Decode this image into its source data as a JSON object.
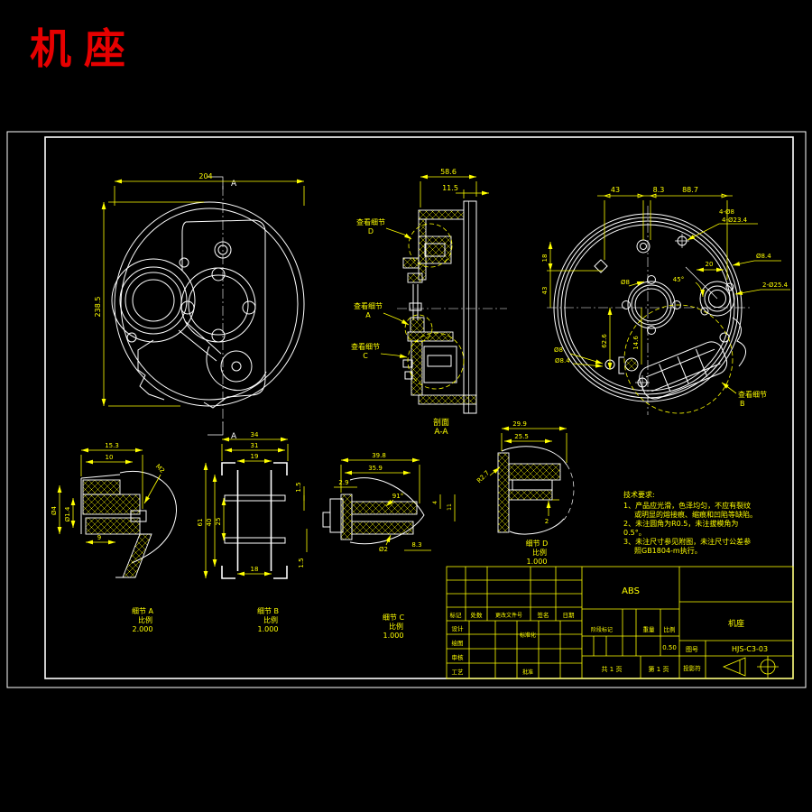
{
  "page": {
    "title": "机座"
  },
  "front_view": {
    "dim_width": "204",
    "dim_height": "238.5",
    "section_mark_top": "A",
    "section_mark_bottom": "A"
  },
  "section_view": {
    "dim_total": "58.6",
    "dim_flange": "11.5",
    "callout_d": {
      "text": "查看细节",
      "ref": "D"
    },
    "callout_a": {
      "text": "查看细节",
      "ref": "A"
    },
    "callout_c": {
      "text": "查看细节",
      "ref": "C"
    },
    "caption": "剖面",
    "caption_ref": "A-A"
  },
  "back_view": {
    "dim_43": "43",
    "dim_8_3": "8.3",
    "dim_88_7": "88.7",
    "label_4_d8": "4-Ø8",
    "label_4_d23_4": "4-Ø23.4",
    "label_d8_4": "Ø8.4",
    "label_2_d25_4": "2-Ø25.4",
    "dim_20": "20",
    "angle_45": "45°",
    "dim_18": "18",
    "dim_43b": "43",
    "label_d8": "Ø8",
    "dim_62_6": "62.6",
    "dim_14_6": "14.6",
    "label_d8_b": "Ø8",
    "label_d8_4b": "Ø8.4",
    "callout_b": {
      "text": "查看细节",
      "ref": "B"
    }
  },
  "detail_a": {
    "title": "细节 A",
    "scale_label": "比例",
    "scale": "2.000",
    "dim_15_3": "15.3",
    "dim_10": "10",
    "label_m2": "M2",
    "dim_d4": "Ø4",
    "dim_d1_4": "Ø1.4",
    "dim_9": "9"
  },
  "detail_b": {
    "title": "细节 B",
    "scale_label": "比例",
    "scale": "1.000",
    "dim_34": "34",
    "dim_31": "31",
    "dim_19": "19",
    "dim_61": "61",
    "dim_40": "40",
    "dim_25": "25",
    "dim_1_5a": "1.5",
    "dim_1_5b": "1.5",
    "dim_18": "18"
  },
  "detail_c": {
    "title": "细节 C",
    "scale_label": "比例",
    "scale": "1.000",
    "dim_39_8": "39.8",
    "dim_35_9": "35.9",
    "dim_2_9": "2.9",
    "angle_91": "91°",
    "dim_4": "4",
    "dim_11": "11",
    "dim_8_3": "8.3",
    "label_d2": "Ø2"
  },
  "detail_d": {
    "title": "细节 D",
    "scale_label": "比例",
    "scale": "1.000",
    "dim_29_9": "29.9",
    "dim_25_5": "25.5",
    "label_r2_7": "R2.7",
    "dim_2": "2"
  },
  "notes": {
    "title": "技术要求:",
    "line1": "1、产品应光滑，色泽均匀，不应有裂纹",
    "line2": "或明显的熔接痕、缩痕和凹陷等缺陷。",
    "line3": "2、未注圆角为R0.5，未注拔模角为",
    "line4": "0.5°。",
    "line5": "3、未注尺寸参见附图，未注尺寸公差参",
    "line6": "照GB1804-m执行。"
  },
  "title_block": {
    "material": "ABS",
    "part_name": "机座",
    "drawing_no_label": "图号",
    "drawing_no": "HJS-C3-03",
    "projection_label": "投影符",
    "col_mark": "标记",
    "col_count": "处数",
    "col_doc": "更改文件号",
    "col_sign": "签名",
    "col_date": "日期",
    "role_design": "设计",
    "role_draw": "绘图",
    "role_check": "审核",
    "role_process": "工艺",
    "role_standard": "标准化",
    "role_approve": "批准",
    "stage_label": "阶段标记",
    "weight_label": "重量",
    "scale_label": "比例",
    "scale_value": "0.50",
    "sheets_total": "共 1 页",
    "sheet_no": "第 1 页"
  }
}
